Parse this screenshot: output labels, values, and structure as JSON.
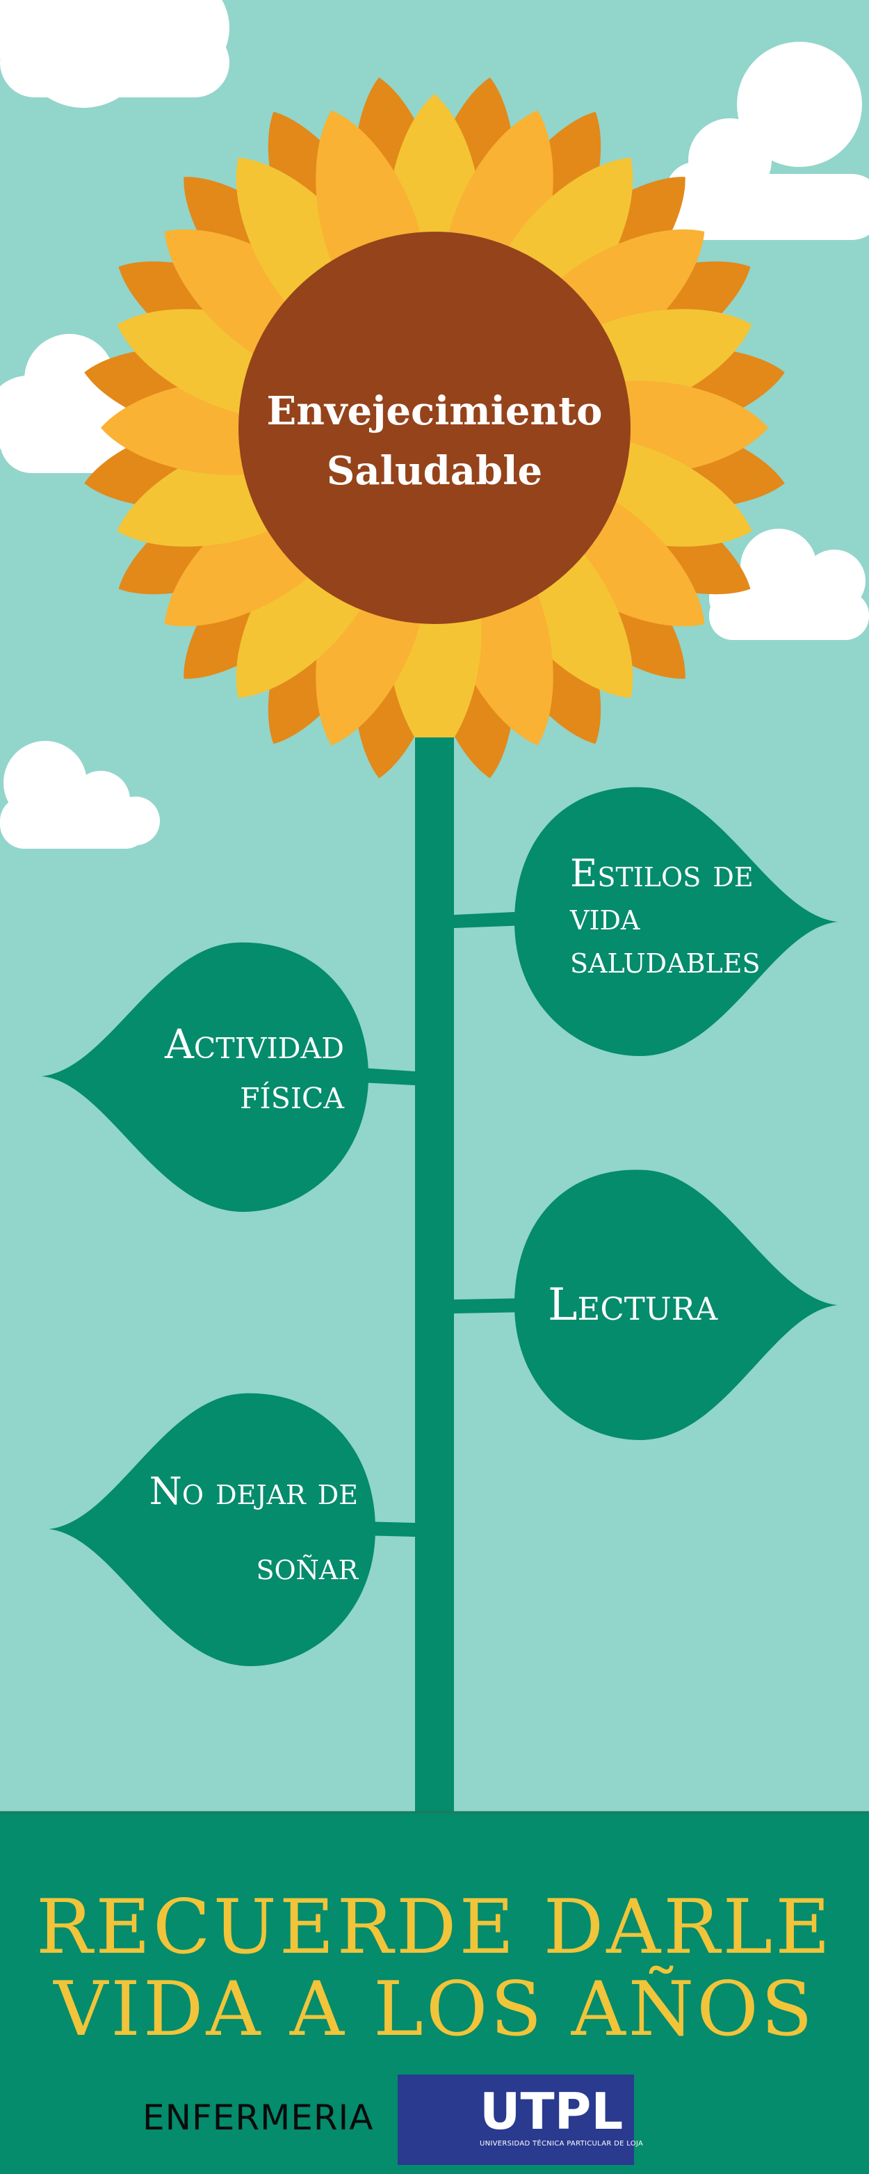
{
  "title": {
    "line1": "Envejecimiento",
    "line2": "Saludable"
  },
  "leaves": {
    "estilos": {
      "line1": "Estilos de",
      "line2": "vida",
      "line3": "saludables"
    },
    "actividad": {
      "line1": "Actividad",
      "line2": "física"
    },
    "lectura": {
      "line1": "Lectura"
    },
    "sonar": {
      "line1": "No dejar de",
      "line2": "soñar"
    }
  },
  "footer": {
    "slogan_line1": "RECUERDE DARLE",
    "slogan_line2": "VIDA A LOS AÑOS",
    "department": "ENFERMERIA",
    "logo_text": "UTPL",
    "logo_subtext": "UNIVERSIDAD TÉCNICA PARTICULAR DE LOJA"
  },
  "colors": {
    "sky": "#92d5cb",
    "cloud": "#ffffff",
    "petal_dark": "#e2891a",
    "petal_mid": "#f9b233",
    "petal_light": "#f4c434",
    "center": "#95431b",
    "stem": "#048c6c",
    "ground": "#048c6c",
    "slogan": "#f2c43a",
    "logo_bg": "#2a3a8f"
  }
}
